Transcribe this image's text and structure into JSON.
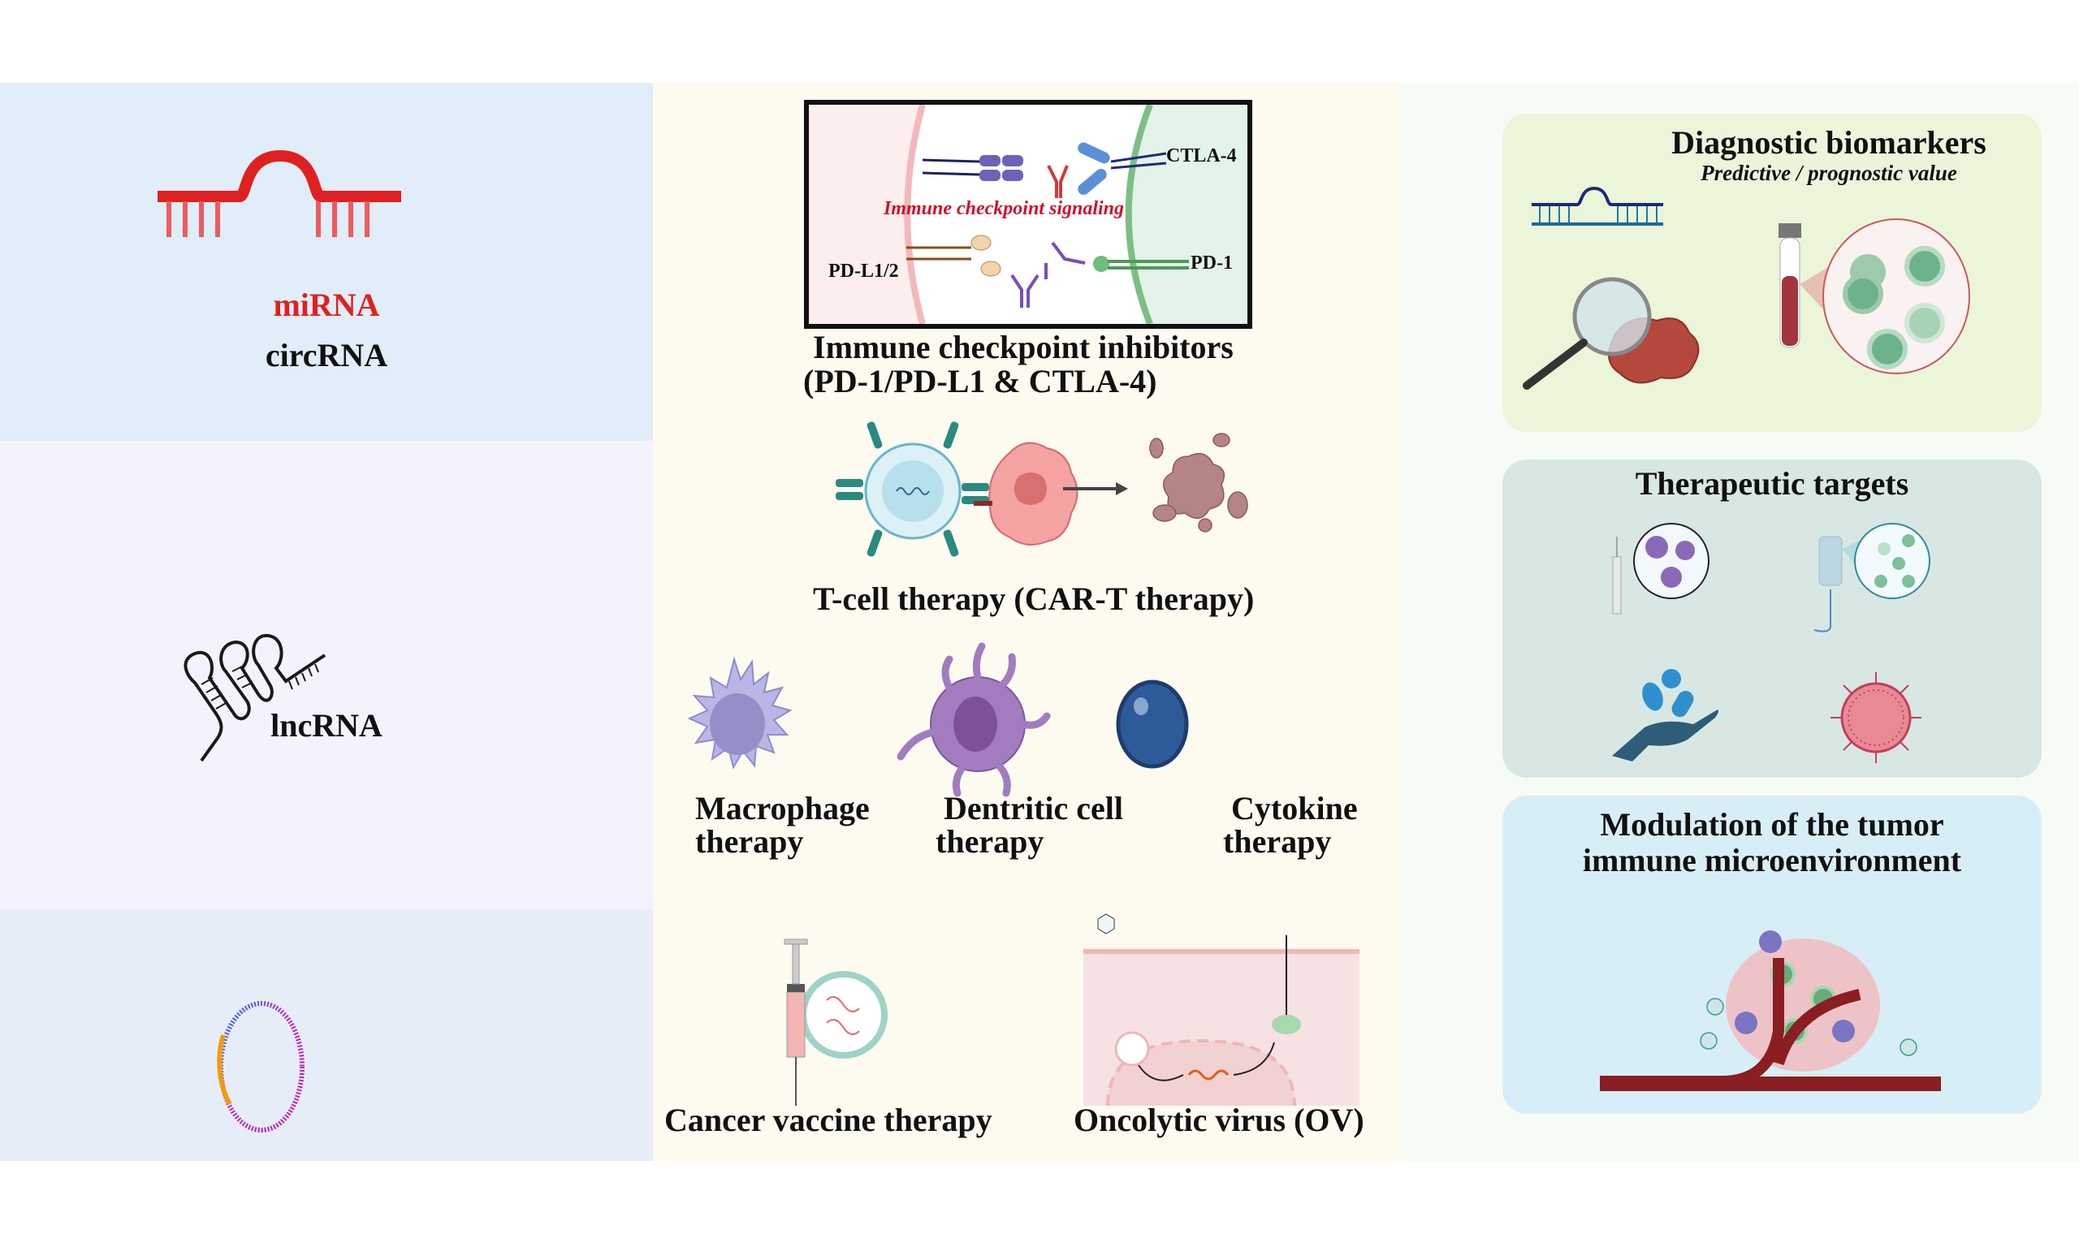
{
  "rna_types": {
    "mirna": {
      "label": "miRNA",
      "color": "#e02020"
    },
    "lncrna": {
      "label": "lncRNA"
    },
    "circrna": {
      "label": "circRNA"
    }
  },
  "immunotherapies": {
    "checkpoint": {
      "signaling_label": "Immune checkpoint signaling",
      "ctla4_label": "CTLA-4",
      "pdl1_label": "PD-L1/2",
      "pd1_label": "PD-1",
      "title_line1": "Immune checkpoint inhibitors",
      "title_line2": "(PD-1/PD-L1 & CTLA-4)"
    },
    "cart": {
      "title": "T-cell therapy (CAR-T therapy)"
    },
    "macrophage": {
      "line1": "Macrophage",
      "line2": "therapy"
    },
    "dendritic": {
      "line1": "Dentritic cell",
      "line2": "therapy"
    },
    "cytokine": {
      "line1": "Cytokine",
      "line2": "therapy"
    },
    "vaccine": {
      "title": "Cancer vaccine therapy"
    },
    "oncolytic": {
      "title": "Oncolytic virus (OV)"
    }
  },
  "applications": {
    "biomarkers": {
      "title": "Diagnostic biomarkers",
      "subtitle": "Predictive / prognostic value"
    },
    "targets": {
      "title": "Therapeutic targets"
    },
    "tme": {
      "title_line1": "Modulation of the tumor",
      "title_line2": "immune microenvironment"
    }
  },
  "colors": {
    "mirna_bg": "#e1edf9",
    "lncrna_bg": "#f4f3fd",
    "circrna_bg": "#e6edf9",
    "middle_bg": "#fdfaf0",
    "right_bg": "#f6fcf5",
    "biomarker_card": "#ebf5da",
    "target_card": "#d9e7e4",
    "tme_card": "#d8eef6",
    "signal_red": "#d0102a"
  }
}
